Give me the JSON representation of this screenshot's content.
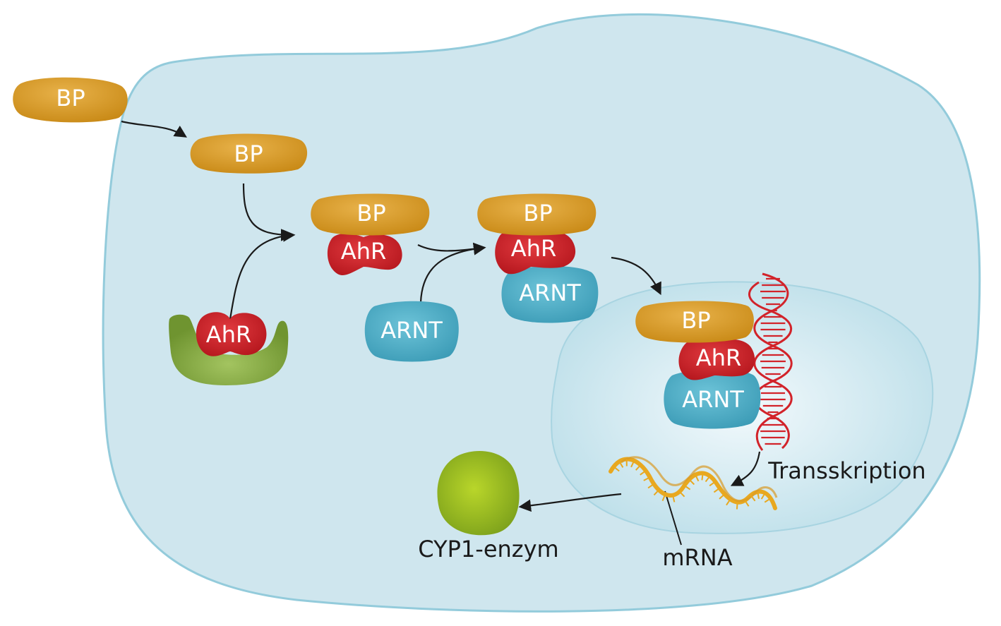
{
  "labels": {
    "bp": "BP",
    "ahr": "AhR",
    "arnt": "ARNT",
    "transcription": "Transskription",
    "mrna": "mRNA",
    "enzyme": "CYP1-enzym"
  },
  "colors": {
    "cell": "#cfe6ee",
    "cell_border": "#93cbdb",
    "nucleus": "#e3f1f6",
    "bp": "#d99a26",
    "ahr": "#d2232a",
    "arnt": "#4fb0c9",
    "chaperone": "#7ea13a",
    "dna": "#d2232a",
    "mrna": "#e8a81f",
    "enzyme": "#a6c81e",
    "arrow": "#1a1a1a"
  }
}
